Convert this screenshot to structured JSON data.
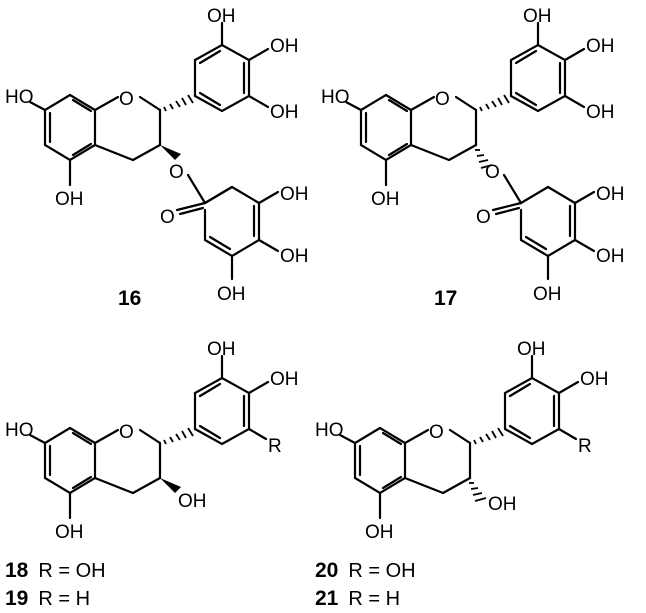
{
  "structures": [
    {
      "id": "16",
      "substituent_label": ""
    },
    {
      "id": "17",
      "substituent_label": ""
    }
  ],
  "structures_bottom": [
    {
      "id": "18",
      "formula": "R = OH"
    },
    {
      "id": "19",
      "formula": "R = H"
    },
    {
      "id": "20",
      "formula": "R = OH"
    },
    {
      "id": "21",
      "formula": "R = H"
    }
  ],
  "atoms": {
    "oh": "OH",
    "ho": "HO",
    "o": "O",
    "r": "R"
  }
}
